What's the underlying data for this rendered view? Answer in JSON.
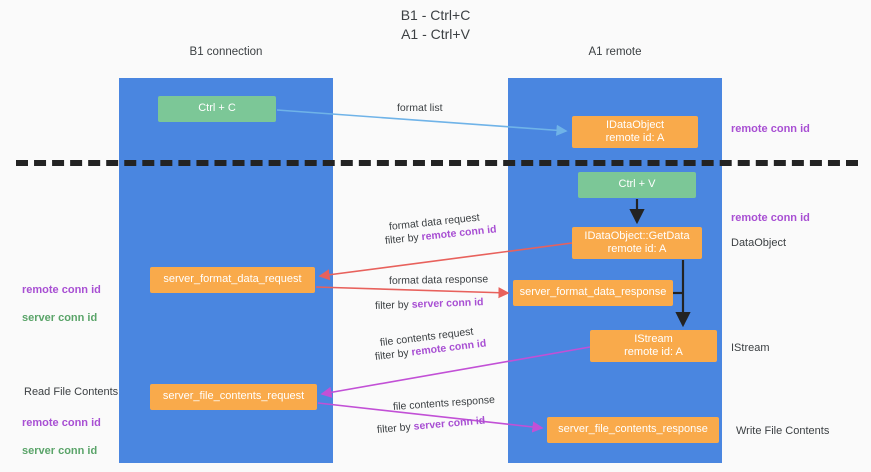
{
  "title": "B1 - Ctrl+C\nA1 - Ctrl+V",
  "lanes": [
    {
      "key": "b1",
      "label": "B1\nconnection"
    },
    {
      "key": "a1",
      "label": "A1\nremote"
    }
  ],
  "nodes": {
    "ctrl_c": "Ctrl + C",
    "ctrl_v": "Ctrl + V",
    "idataobject": "IDataObject\nremote id: A",
    "getdata": "IDataObject::GetData\nremote id: A",
    "istream": "IStream\nremote id: A",
    "server_format_data_request": "server_format_data_request",
    "server_format_data_response": "server_format_data_response",
    "server_file_contents_request": "server_file_contents_request",
    "server_file_contents_response": "server_file_contents_response"
  },
  "edge_labels": {
    "format_list": "format list",
    "format_data_request": "format data request",
    "format_data_request_filter_prefix": "filter by ",
    "format_data_request_filter_key": "remote conn id",
    "format_data_response": "format data response",
    "format_data_response_filter_prefix": "filter by ",
    "format_data_response_filter_key": "server conn id",
    "file_contents_request": "file contents request",
    "file_contents_request_filter_prefix": "filter by ",
    "file_contents_request_filter_key": "remote conn id",
    "file_contents_response": "file contents response",
    "file_contents_response_filter_prefix": "filter by ",
    "file_contents_response_filter_key": "server conn id"
  },
  "annotations": {
    "right_remote_conn_id_top": "remote conn id",
    "right_remote_conn_id_mid": "remote conn id",
    "right_dataobject": "DataObject",
    "right_istream": "IStream",
    "right_write_file_contents": "Write File Contents",
    "left_remote_conn_id": "remote conn id",
    "left_server_conn_id": "server conn id",
    "left_read_file_contents": "Read File Contents",
    "left_remote_conn_id_2": "remote conn id",
    "left_server_conn_id_2": "server conn id"
  },
  "colors": {
    "lane": "#4a86e0",
    "node_orange": "#f9aa4b",
    "node_green": "#7cc797",
    "accent_purple": "#a84fd3",
    "accent_green": "#5aa469",
    "arrow_blue": "#6fb3e8",
    "arrow_red": "#e8615c",
    "arrow_magenta": "#c250d6",
    "arrow_black": "#232323",
    "background": "#fafafa"
  }
}
